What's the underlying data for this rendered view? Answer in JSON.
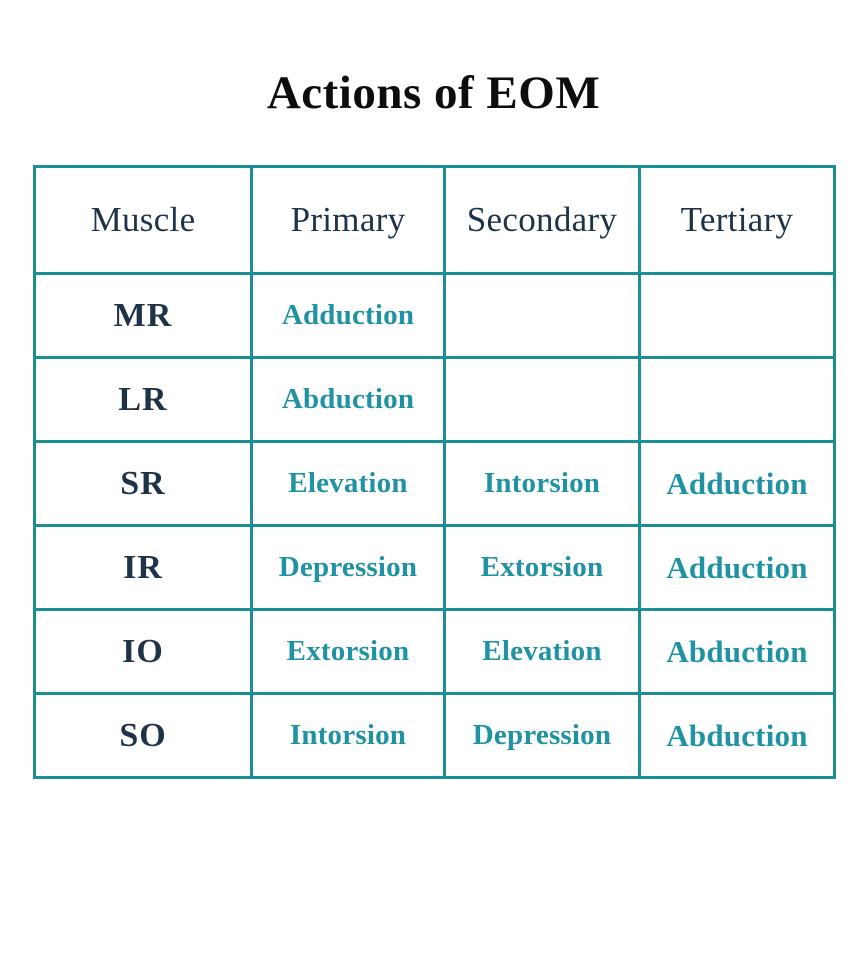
{
  "page": {
    "title": "Actions of EOM",
    "background_color": "#ffffff"
  },
  "colors": {
    "border": "#1a8f96",
    "header_text": "#1f3348",
    "muscle_text": "#1f3348",
    "action_text": "#1f93a3",
    "title_text": "#0d0d0d"
  },
  "table": {
    "columns": [
      {
        "key": "muscle",
        "label": "Muscle"
      },
      {
        "key": "primary",
        "label": "Primary"
      },
      {
        "key": "secondary",
        "label": "Secondary"
      },
      {
        "key": "tertiary",
        "label": "Tertiary"
      }
    ],
    "rows": [
      {
        "muscle": "MR",
        "primary": "Adduction",
        "secondary": "",
        "tertiary": ""
      },
      {
        "muscle": "LR",
        "primary": "Abduction",
        "secondary": "",
        "tertiary": ""
      },
      {
        "muscle": "SR",
        "primary": "Elevation",
        "secondary": "Intorsion",
        "tertiary": "Adduction"
      },
      {
        "muscle": "IR",
        "primary": "Depression",
        "secondary": "Extorsion",
        "tertiary": "Adduction"
      },
      {
        "muscle": "IO",
        "primary": "Extorsion",
        "secondary": "Elevation",
        "tertiary": "Abduction"
      },
      {
        "muscle": "SO",
        "primary": "Intorsion",
        "secondary": "Depression",
        "tertiary": "Abduction"
      }
    ]
  }
}
